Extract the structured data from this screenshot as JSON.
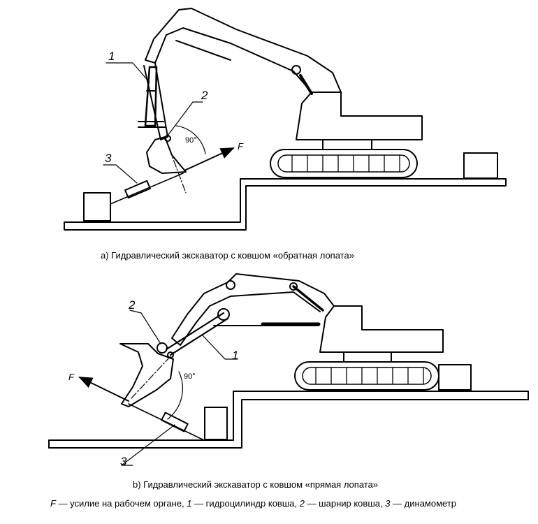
{
  "figure_a": {
    "caption": "а) Гидравлический экскаватор с ковшом «обратная лопата»",
    "labels": {
      "one": "1",
      "two": "2",
      "three": "3",
      "force": "F",
      "angle": "90°"
    }
  },
  "figure_b": {
    "caption": "b) Гидравлический экскаватор с ковшом «прямая лопата»",
    "labels": {
      "one": "1",
      "two": "2",
      "three": "3",
      "force": "F",
      "angle": "90°"
    }
  },
  "legend": {
    "f_sym": "F",
    "f_text": " — усилие на рабочем органе, ",
    "n1": "1",
    "t1": " — гидроцилиндр ковша, ",
    "n2": "2",
    "t2": " — шарнир ковша, ",
    "n3": "3",
    "t3": " — динамометр"
  }
}
